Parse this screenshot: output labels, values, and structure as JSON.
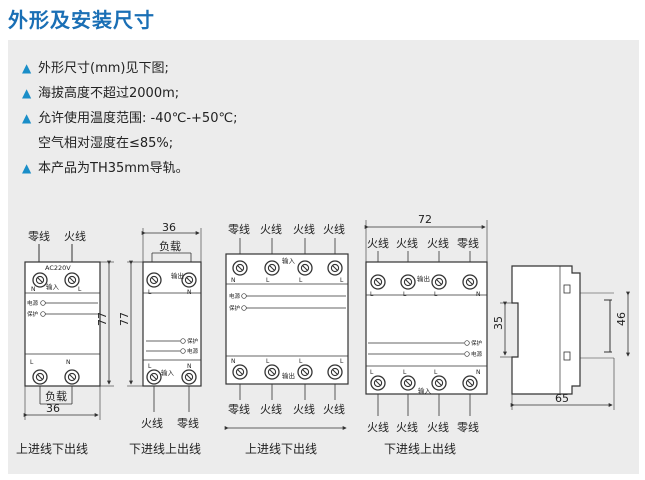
{
  "title": "外形及安装尺寸",
  "specs": [
    "外形尺寸(mm)见下图;",
    "海拔高度不超过2000m;",
    "允许使用温度范围: -40℃-+50℃;",
    "空气相对湿度在≤85%;",
    "本产品为TH35mm导轨。"
  ],
  "labels": {
    "neutral": "零线",
    "live": "火线",
    "load": "负载",
    "ac220v": "AC220V",
    "input": "输入",
    "output": "输出",
    "power": "电源",
    "protect": "保护",
    "N": "N",
    "L": "L",
    "d36": "36",
    "d77": "77",
    "d72": "72",
    "d35": "35",
    "d46": "46",
    "d65": "65"
  },
  "captions": {
    "c1": "上进线下出线",
    "c2": "下进线上出线",
    "c3": "上进线下出线",
    "c4": "下进线上出线"
  }
}
